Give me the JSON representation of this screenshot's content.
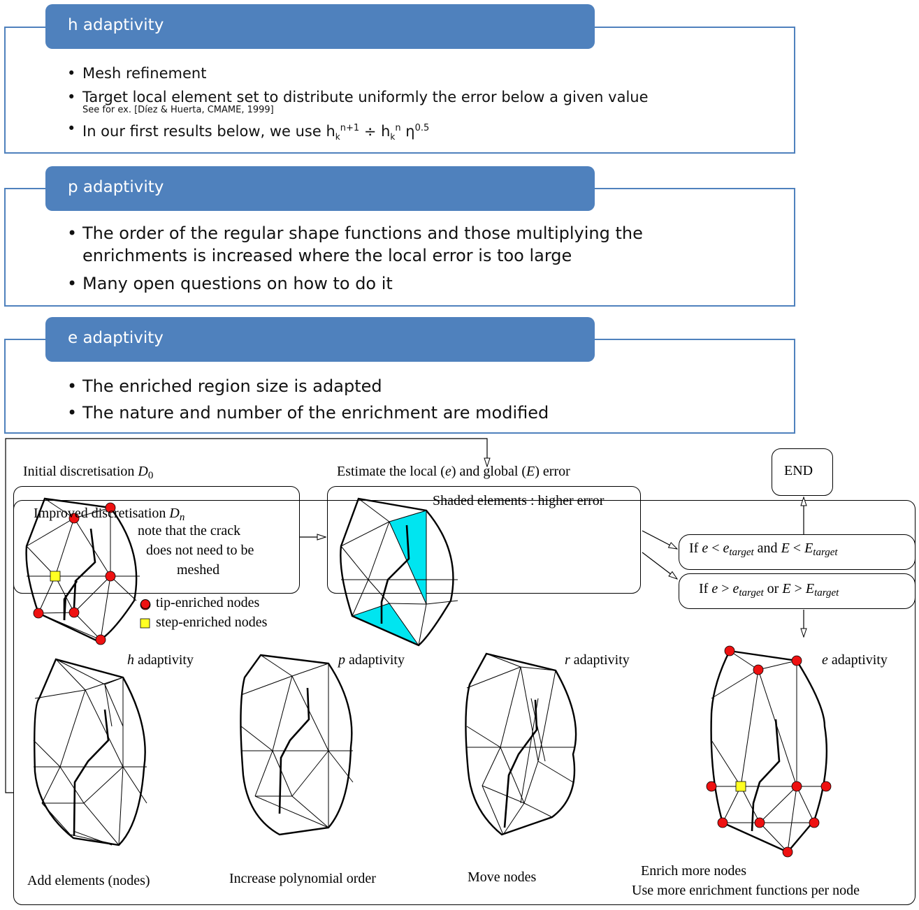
{
  "sections": [
    {
      "title": "h adaptivity",
      "bullets": [
        "Mesh refinement",
        "Target local element set to distribute uniformly the error below a given value",
        "In our first results below, we use h"
      ],
      "reference": "See for ex. [Díez & Huerta, CMAME, 1999]",
      "formula": {
        "k": "k",
        "np1": "n+1",
        "div": " ÷ h",
        "n": "n",
        "eta": " η",
        "exp": "0.5"
      }
    },
    {
      "title": "p adaptivity",
      "bullets": [
        "The order of the regular shape functions and those multiplying the enrichments is increased where the local error is too large",
        "Many open questions on how to do it"
      ]
    },
    {
      "title": "e adaptivity",
      "bullets": [
        "The enriched region size is adapted",
        "The nature and number of the enrichment are modified"
      ]
    }
  ],
  "flow": {
    "initial": {
      "label": "Initial discretisation ",
      "sym": "D",
      "sub": "0"
    },
    "note": [
      "note that the crack",
      "does not need to be",
      "meshed"
    ],
    "legend": {
      "tip": "tip-enriched nodes",
      "step": "step-enriched nodes"
    },
    "estimate": {
      "pre": "Estimate the local (",
      "e": "e",
      "mid": ") and global (",
      "E": "E",
      "post": ") error"
    },
    "shaded": "Shaded elements : higher error",
    "end": "END",
    "cond1": {
      "pre": "If ",
      "e": "e",
      "lt": " < ",
      "et": "e",
      "sub": "target",
      "and": " and ",
      "E": "E",
      "lt2": " < ",
      "Et": "E",
      "sub2": "target"
    },
    "cond2": {
      "pre": "If ",
      "e": "e",
      "gt": " > ",
      "et": "e",
      "sub": "target",
      "or": " or ",
      "E": "E",
      "gt2": " > ",
      "Et": "E",
      "sub2": "target"
    },
    "improved": {
      "label": "Improved discretisation ",
      "sym": "D",
      "sub": "n"
    },
    "methods": [
      {
        "letter": "h",
        "label": " adaptivity",
        "caption": "Add elements (nodes)"
      },
      {
        "letter": "p",
        "label": " adaptivity",
        "caption": "Increase polynomial order"
      },
      {
        "letter": "r",
        "label": " adaptivity",
        "caption": "Move nodes"
      },
      {
        "letter": "e",
        "label": " adaptivity",
        "caption": "Enrich more nodes",
        "caption2": "Use more enrichment functions per node"
      }
    ]
  },
  "colors": {
    "blue": "#4f81bd",
    "cyan": "#00e5f0",
    "red": "#ee1111",
    "yellow": "#ffff22"
  }
}
